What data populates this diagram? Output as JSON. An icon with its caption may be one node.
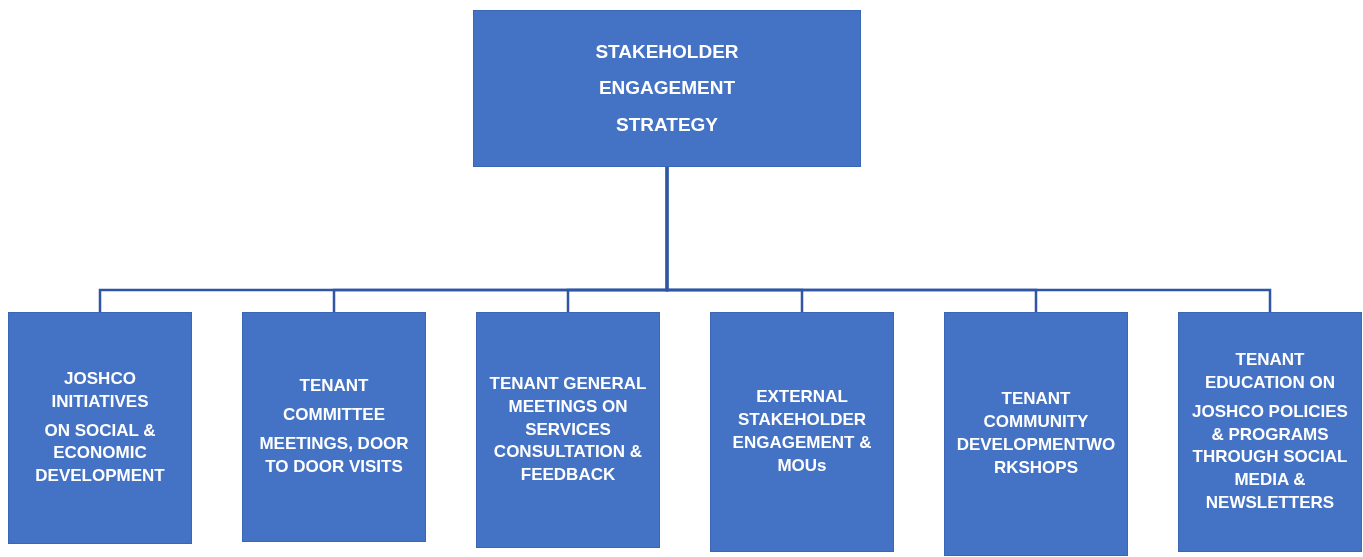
{
  "diagram": {
    "nodes": [
      {
        "text": [
          "STAKEHOLDER ENGAGEMENT STRATEGY"
        ]
      },
      {
        "text": [
          "JOSHCO INITIATIVES",
          "ON SOCIAL & ECONOMIC DEVELOPMENT"
        ]
      },
      {
        "text": [
          "TENANT",
          "COMMITTEE",
          "MEETINGS, DOOR TO DOOR VISITS"
        ]
      },
      {
        "text": [
          "TENANT GENERAL MEETINGS ON SERVICES CONSULTATION & FEEDBACK"
        ]
      },
      {
        "text": [
          "EXTERNAL STAKEHOLDER ENGAGEMENT & MOUs"
        ]
      },
      {
        "text": [
          "TENANT COMMUNITY DEVELOPMENTWORKSHOPS"
        ]
      },
      {
        "text": [
          "TENANT EDUCATION ON",
          "JOSHCO POLICIES & PROGRAMS THROUGH SOCIAL MEDIA & NEWSLETTERS"
        ]
      }
    ],
    "edges": [
      {
        "from": 0,
        "to": 1,
        "arrow": "none"
      },
      {
        "from": 0,
        "to": 2,
        "arrow": "none"
      },
      {
        "from": 0,
        "to": 3,
        "arrow": "none"
      },
      {
        "from": 0,
        "to": 4,
        "arrow": "none"
      },
      {
        "from": 0,
        "to": 5,
        "arrow": "none"
      },
      {
        "from": 0,
        "to": 6,
        "arrow": "none"
      }
    ]
  }
}
